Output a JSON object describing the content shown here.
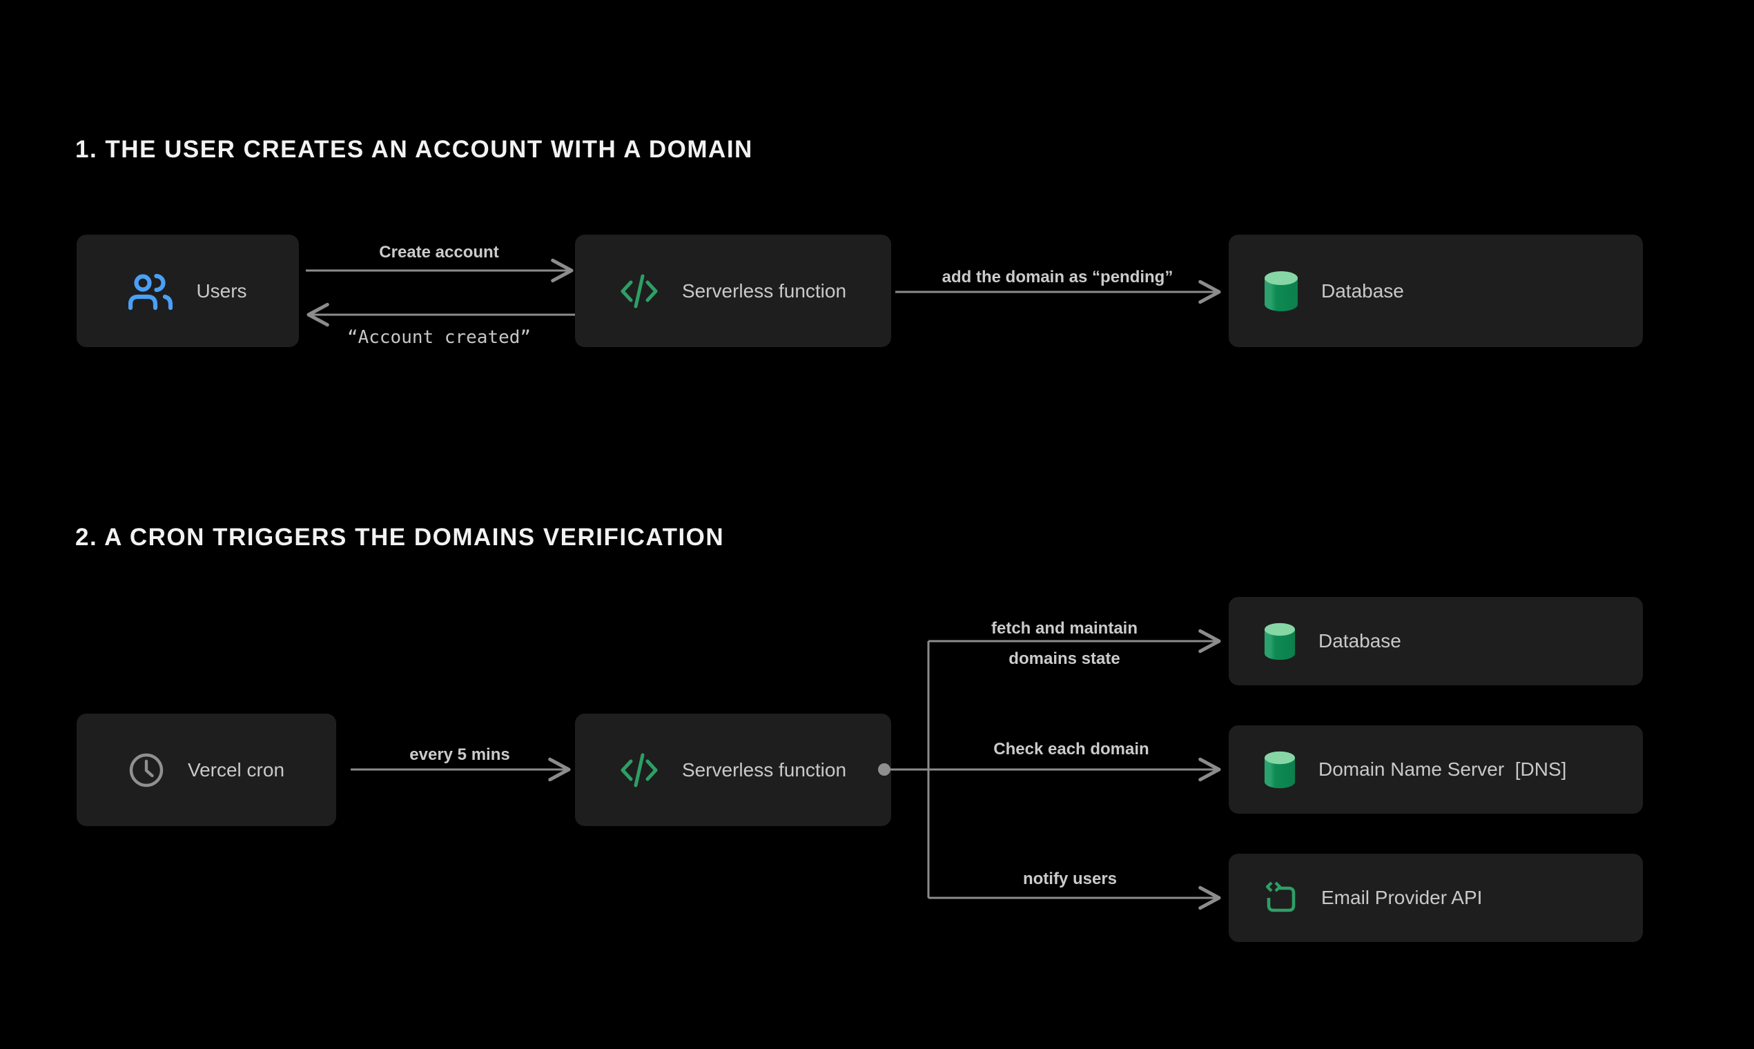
{
  "colors": {
    "background": "#000000",
    "box_background": "#1e1e1e",
    "box_text": "#c9c9c9",
    "title_text": "#f2f2f2",
    "edge_label_text": "#cbcbcb",
    "line_gray": "#8c8c8c",
    "accent_blue": "#4aa0f5",
    "accent_green": "#2e9f66",
    "cylinder_top_green": "#87d6a5",
    "cylinder_body_green": "#0e8a53"
  },
  "section1": {
    "title": "1. THE USER CREATES AN ACCOUNT WITH A DOMAIN",
    "nodes": {
      "users": {
        "label": "Users",
        "icon": "users-icon"
      },
      "serverless": {
        "label": "Serverless function",
        "icon": "code-icon"
      },
      "database": {
        "label": "Database",
        "icon": "database-icon"
      }
    },
    "arrows": {
      "create_account": "Create account",
      "account_created": "“Account created”",
      "add_domain": "add the domain as “pending”"
    }
  },
  "section2": {
    "title": "2. A CRON TRIGGERS THE DOMAINS VERIFICATION",
    "nodes": {
      "vercel_cron": {
        "label": "Vercel cron",
        "icon": "clock-icon"
      },
      "serverless": {
        "label": "Serverless function",
        "icon": "code-icon"
      },
      "database": {
        "label": "Database",
        "icon": "database-icon"
      },
      "dns": {
        "label": "Domain Name Server  [DNS]",
        "icon": "database-icon"
      },
      "email": {
        "label": "Email Provider API",
        "icon": "email-template-icon"
      }
    },
    "arrows": {
      "every_5_mins": "every 5 mins",
      "fetch_line1": "fetch and maintain",
      "fetch_line2": "domains state",
      "check_domain": "Check each domain",
      "notify_users": "notify users"
    }
  }
}
